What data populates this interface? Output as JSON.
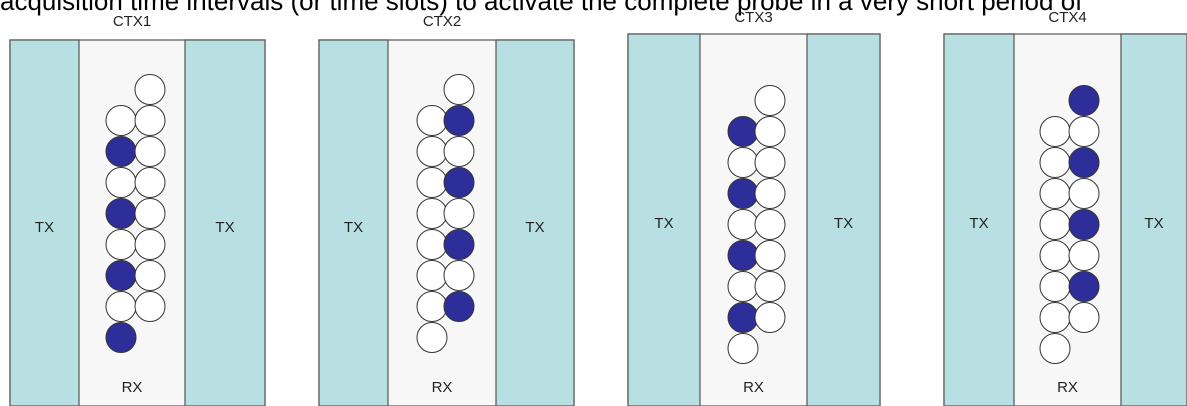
{
  "header_text": "acquisition time intervals (or time slots) to activate the complete probe in a very short period of",
  "colors": {
    "tx_fill": "#b8e0e2",
    "rx_fill": "#f7f7f7",
    "outline": "#555555",
    "active": "#2e2e9a",
    "inactive": "#ffffff",
    "circle_stroke": "#333333"
  },
  "panels": [
    {
      "title": "CTX1",
      "tx_left": "TX",
      "tx_right": "TX",
      "rx": "RX",
      "left_col_active": [
        false,
        true,
        false,
        true,
        false,
        true,
        false,
        true
      ],
      "right_col_active": [
        false,
        false,
        false,
        false,
        false,
        false,
        false,
        false
      ]
    },
    {
      "title": "CTX2",
      "tx_left": "TX",
      "tx_right": "TX",
      "rx": "RX",
      "left_col_active": [
        false,
        false,
        false,
        false,
        false,
        false,
        false,
        false
      ],
      "right_col_active": [
        false,
        true,
        false,
        true,
        false,
        true,
        false,
        true
      ]
    },
    {
      "title": "CTX3",
      "tx_left": "TX",
      "tx_right": "TX",
      "rx": "RX",
      "left_col_active": [
        true,
        false,
        true,
        false,
        true,
        false,
        true,
        false
      ],
      "right_col_active": [
        false,
        false,
        false,
        false,
        false,
        false,
        false,
        false
      ]
    },
    {
      "title": "CTX4",
      "tx_left": "TX",
      "tx_right": "TX",
      "rx": "RX",
      "left_col_active": [
        false,
        false,
        false,
        false,
        false,
        false,
        false,
        false
      ],
      "right_col_active": [
        true,
        false,
        true,
        false,
        true,
        false,
        true,
        false
      ]
    }
  ]
}
